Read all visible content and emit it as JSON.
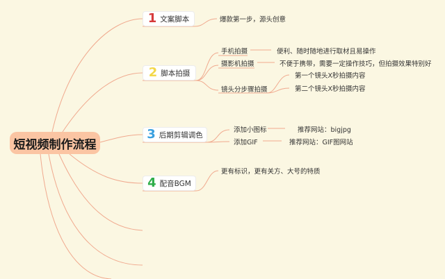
{
  "root": {
    "label": "短视频制作流程"
  },
  "branches": [
    {
      "number": "1",
      "number_color": "#d63a3a",
      "label": "文案脚本",
      "notes": [
        "爆款第一步，源头创意"
      ]
    },
    {
      "number": "2",
      "number_color": "#f3d84a",
      "label": "脚本拍摄",
      "children": [
        {
          "label": "手机拍摄",
          "note": "便利、随时随地进行取材且易操作"
        },
        {
          "label": "摄影机拍摄",
          "note": "不便于携带，需要一定操作技巧，但拍摄效果特别好"
        },
        {
          "label": "镜头分步骤拍摄",
          "subnotes": [
            "第一个镜头X秒拍摄内容",
            "第二个镜头X秒拍摄内容"
          ]
        }
      ]
    },
    {
      "number": "3",
      "number_color": "#3aa0df",
      "label": "后期剪辑调色",
      "children": [
        {
          "label": "添加小图标",
          "note": "推荐网站：bigjpg"
        },
        {
          "label": "添加GIF",
          "note": "推荐网站：GIF图网站"
        }
      ]
    },
    {
      "number": "4",
      "number_color": "#2fae4a",
      "label": "配音BGM",
      "notes": [
        "更有标识，更有关方、大号的特质"
      ]
    }
  ],
  "colors": {
    "background": "#fbf7e2",
    "connector": "#f0a98e",
    "root_fill": "#fbc5a3"
  }
}
